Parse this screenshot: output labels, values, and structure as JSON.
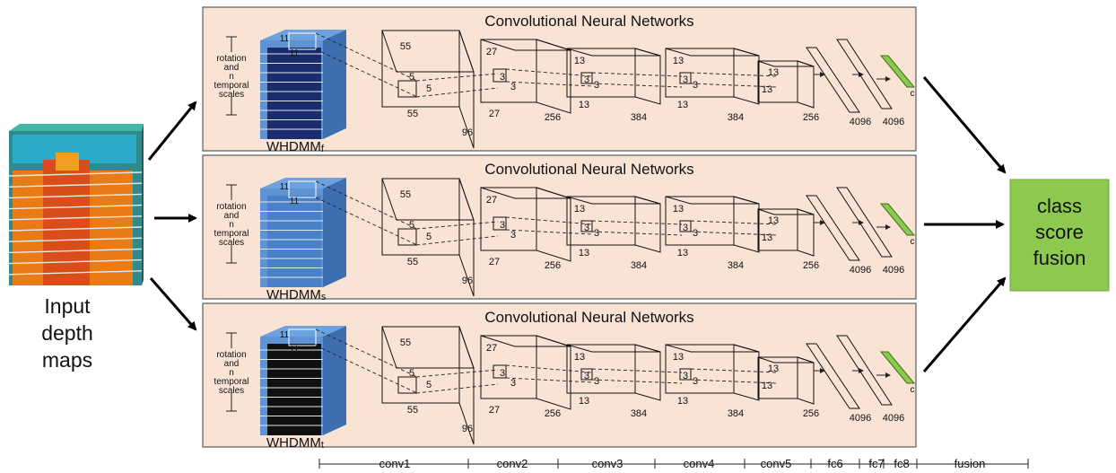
{
  "input": {
    "lines": [
      "Input",
      "depth",
      "maps"
    ]
  },
  "panels": [
    {
      "title": "Convolutional Neural Networks",
      "whdmm_label": "WHDMMf",
      "whdmm_prefix": "WHDMM",
      "whdmm_sub": "f",
      "volume_color": "#1a2c6e"
    },
    {
      "title": "Convolutional Neural Networks",
      "whdmm_label": "WHDMMs",
      "whdmm_prefix": "WHDMM",
      "whdmm_sub": "s",
      "volume_color": "#4a80c8"
    },
    {
      "title": "Convolutional Neural Networks",
      "whdmm_label": "WHDMMt",
      "whdmm_prefix": "WHDMM",
      "whdmm_sub": "t",
      "volume_color": "#101010"
    }
  ],
  "scale_label": [
    "rotation",
    "and",
    "n",
    "temporal",
    "scales"
  ],
  "kernel_label": "11",
  "layer_numbers": {
    "conv1_h": "55",
    "conv1_w": "55",
    "conv1_k": "5",
    "conv1_d": "96",
    "conv2_h": "27",
    "conv2_w": "27",
    "conv2_k": "3",
    "conv2_d": "256",
    "conv3_h": "13",
    "conv3_w": "13",
    "conv3_k": "3",
    "conv3_d": "384",
    "conv4_h": "13",
    "conv4_w": "13",
    "conv4_k": "3",
    "conv4_d": "384",
    "conv5_h": "13",
    "conv5_w": "13",
    "conv5_d": "256",
    "fc6": "4096",
    "fc7": "4096",
    "fc8": "c"
  },
  "fusion": {
    "lines": [
      "class",
      "score",
      "fusion"
    ],
    "color": "#8dc94e"
  },
  "axis": {
    "labels": [
      "conv1",
      "conv2",
      "conv3",
      "conv4",
      "conv5",
      "fc6",
      "fc7",
      "fc8",
      "fusion"
    ]
  },
  "colors": {
    "panel_bg": "#f9e3d4",
    "fc8_green": "#8dc94e"
  }
}
